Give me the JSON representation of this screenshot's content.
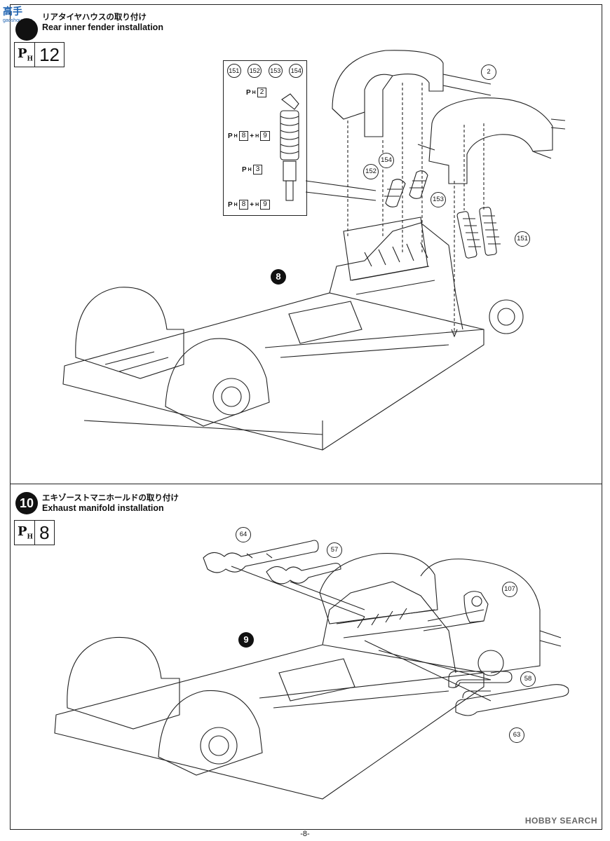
{
  "logo": {
    "text": "高手",
    "sub": "gaoshou.com"
  },
  "step1": {
    "jp": "リアタイヤハウスの取り付け",
    "en": "Rear inner fender installation",
    "paint": "12",
    "inset_parts": [
      "151",
      "152",
      "153",
      "154"
    ],
    "inset_colors": [
      {
        "code": "2",
        "extra": ""
      },
      {
        "code": "8",
        "extra": "9"
      },
      {
        "code": "3",
        "extra": ""
      },
      {
        "code": "8",
        "extra": "9"
      }
    ],
    "callouts": {
      "p2": "2",
      "p154": "154",
      "p152": "152",
      "p153": "153",
      "p151": "151"
    },
    "ref_step": "8"
  },
  "step2": {
    "num": "10",
    "jp": "エキゾーストマニホールドの取り付け",
    "en": "Exhaust manifold installation",
    "paint": "8",
    "callouts": {
      "p64": "64",
      "p57": "57",
      "p107": "107",
      "p58": "58",
      "p63": "63"
    },
    "ref_step": "9"
  },
  "ph_symbol": "P",
  "ph_sub": "H",
  "plus": "+",
  "watermark": "HOBBY SEARCH",
  "page_number": "-8-"
}
